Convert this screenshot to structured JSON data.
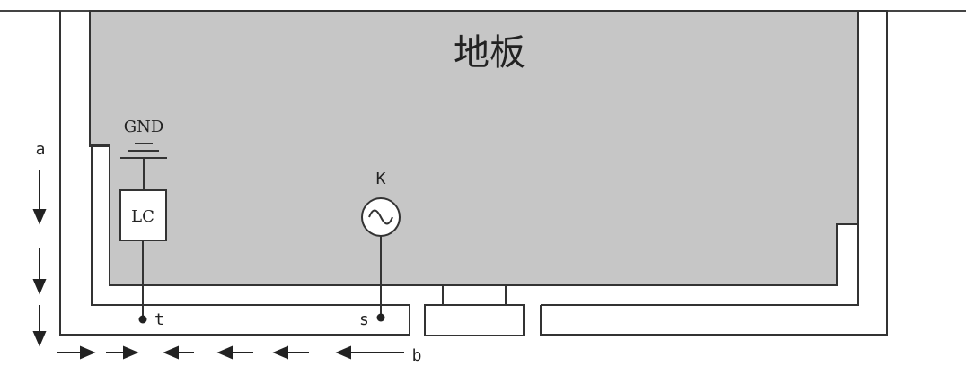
{
  "labels": {
    "floor": "地板",
    "gnd": "GND",
    "lc": "LC",
    "source": "K",
    "point_t": "t",
    "point_s": "s",
    "dir_a": "a",
    "dir_b": "b"
  },
  "colors": {
    "floor_fill": "#c6c6c6",
    "line": "#333333",
    "background": "#ffffff"
  },
  "icons": {
    "ground": "ground-symbol-icon",
    "ac_source": "ac-source-icon"
  }
}
